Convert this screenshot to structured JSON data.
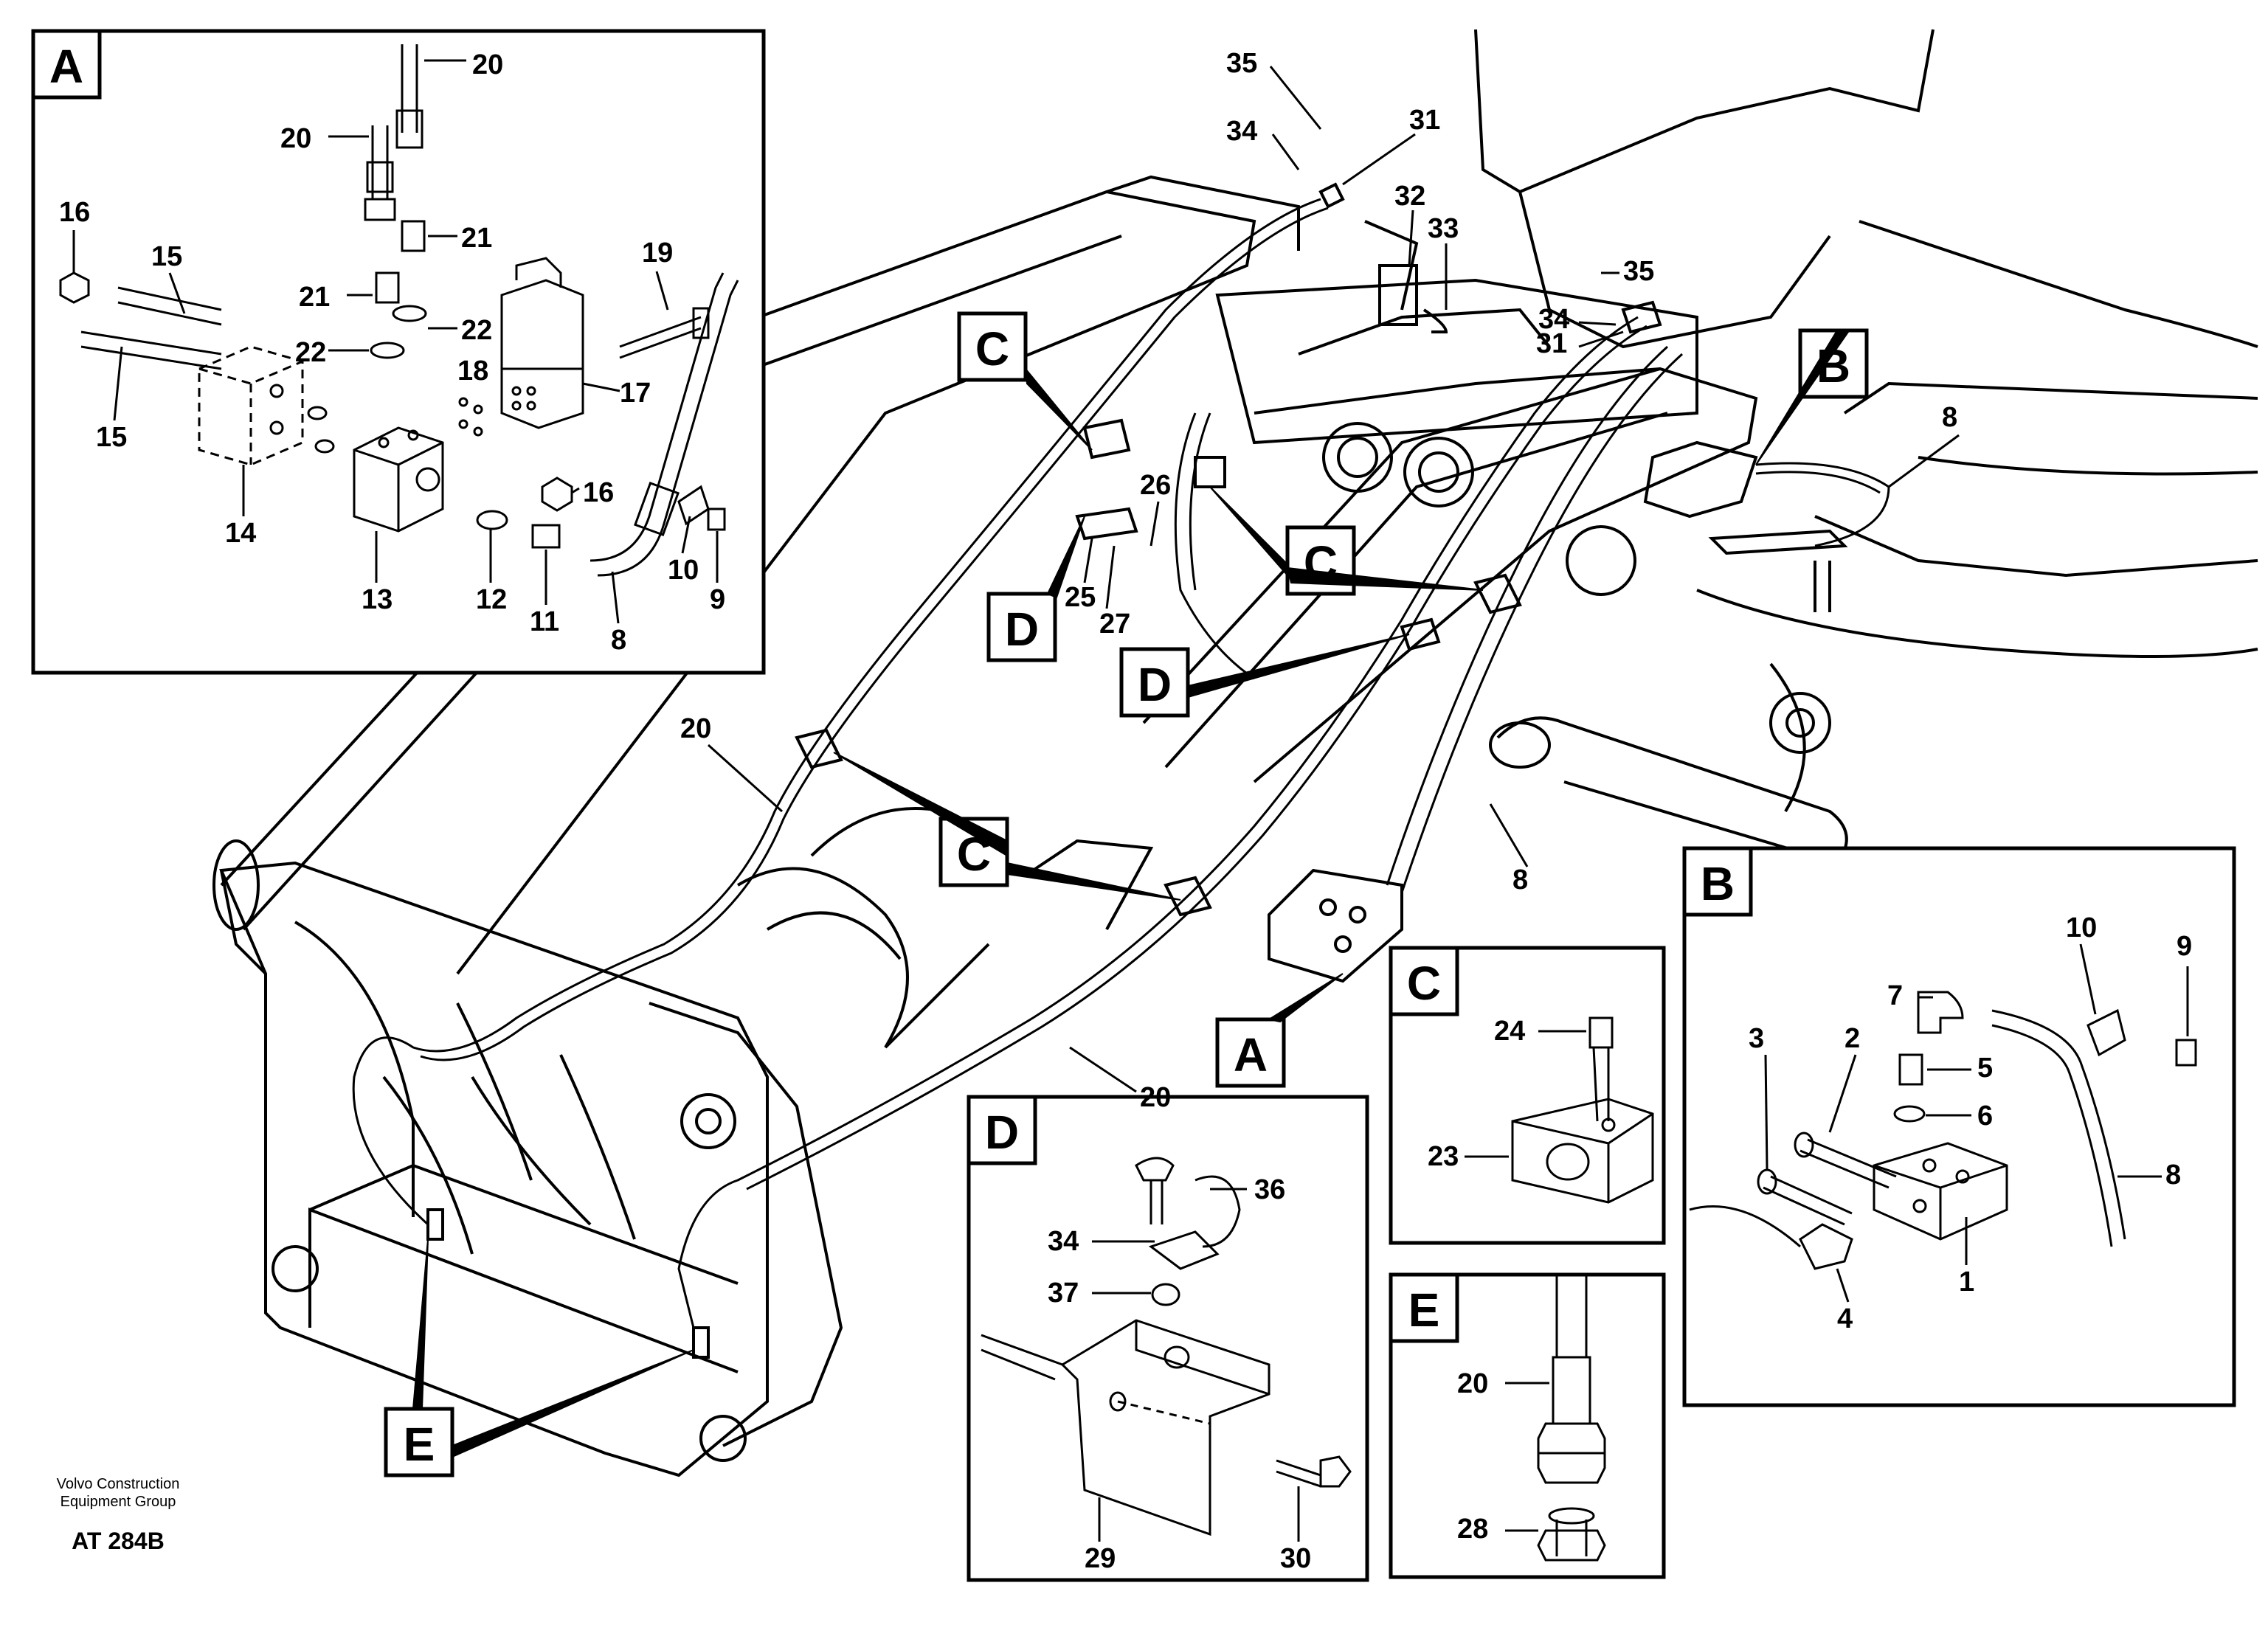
{
  "footer": {
    "company_line1": "Volvo Construction",
    "company_line2": "Equipment Group",
    "code": "AT 284B"
  },
  "callout_letters": {
    "A": "A",
    "B": "B",
    "C": "C",
    "D": "D",
    "E": "E"
  },
  "inset_A": {
    "title": "A",
    "labels": [
      "20",
      "20",
      "21",
      "21",
      "22",
      "22",
      "16",
      "15",
      "15",
      "19",
      "18",
      "17",
      "14",
      "16",
      "13",
      "12",
      "11",
      "8",
      "10",
      "9"
    ]
  },
  "inset_B": {
    "title": "B",
    "labels": [
      "10",
      "9",
      "7",
      "3",
      "2",
      "5",
      "6",
      "8",
      "1",
      "4"
    ]
  },
  "inset_C": {
    "title": "C",
    "labels": [
      "24",
      "23"
    ]
  },
  "inset_D": {
    "title": "D",
    "labels": [
      "36",
      "34",
      "37",
      "29",
      "30"
    ]
  },
  "inset_E": {
    "title": "E",
    "labels": [
      "20",
      "28"
    ]
  },
  "main_labels": [
    "35",
    "34",
    "31",
    "32",
    "33",
    "35",
    "34",
    "31",
    "8",
    "26",
    "25",
    "27",
    "20",
    "8",
    "20"
  ]
}
